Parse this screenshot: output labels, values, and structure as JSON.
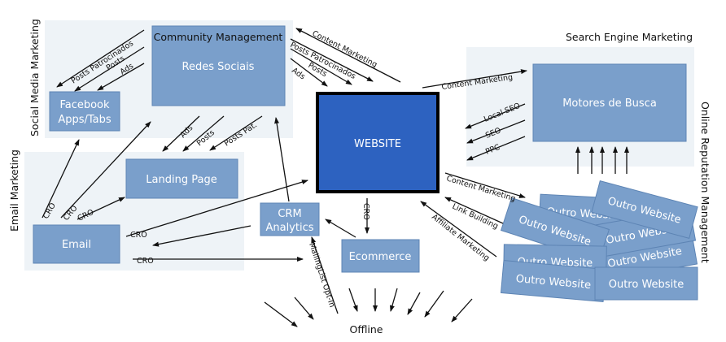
{
  "sections": {
    "social_media": "Social Media Marketing",
    "email_marketing": "Email Marketing",
    "search_engine": "Search Engine Marketing",
    "online_reputation": "Online Reputation Management"
  },
  "boxes": {
    "community_title": "Community Management",
    "redes_sociais": "Redes Sociais",
    "facebook_line1": "Facebook",
    "facebook_line2": "Apps/Tabs",
    "landing_page": "Landing Page",
    "email": "Email",
    "website": "WEBSITE",
    "crm_line1": "CRM",
    "crm_line2": "Analytics",
    "ecommerce": "Ecommerce",
    "motores": "Motores de Busca",
    "outro": [
      "Outro Website",
      "Outro Website",
      "Outro Website",
      "Outro Website",
      "Outro Website",
      "Outro Website",
      "Outro Website",
      "Outro Website"
    ],
    "offline": "Offline"
  },
  "arrows": {
    "fb_posts_patrocinados": "Posts Patrocinados",
    "fb_posts": "Posts",
    "fb_ads": "Ads",
    "lp_ads": "Ads",
    "lp_posts": "Posts",
    "lp_posts_pat": "Posts Pat.",
    "web_content_marketing": "Content Marketing",
    "web_posts_patrocinados": "Posts Patrocinados",
    "web_posts": "Posts",
    "web_ads": "Ads",
    "sem_content_marketing": "Content Marketing",
    "local_seo": "Local SEO",
    "seo": "SEO",
    "ppc": "PPC",
    "orm_content_marketing": "Content Marketing",
    "link_building": "Link Building",
    "affiliate_marketing": "Affiliate Marketing",
    "cro": [
      "CRO",
      "CRO",
      "CRO",
      "CRO",
      "CRO",
      "CRO"
    ],
    "mailing_list": "MailingList Opt-In"
  }
}
